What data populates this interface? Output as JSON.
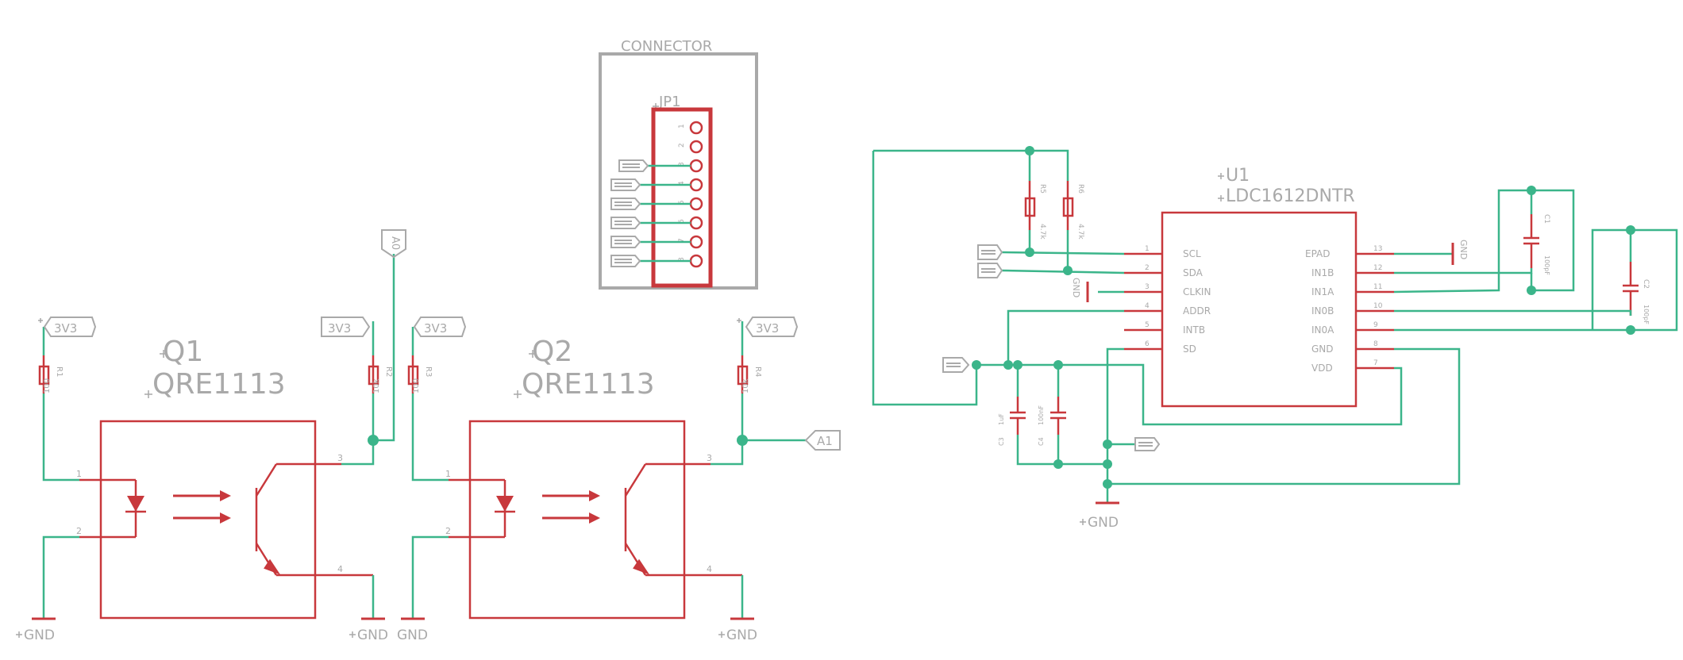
{
  "colors": {
    "wire": "#3bb58a",
    "part": "#c8383c",
    "label": "#a9a9a9",
    "junction": "#3bb58a"
  },
  "connector": {
    "frame_title": "CONNECTOR",
    "name": "JP1",
    "pins": [
      "1",
      "2",
      "3",
      "4",
      "5",
      "6",
      "7",
      "8"
    ]
  },
  "q1": {
    "name": "Q1",
    "value": "QRE1113",
    "r_led": {
      "name": "R1",
      "value": "100"
    },
    "r_pull": {
      "name": "R2",
      "value": "10k"
    },
    "out_label": "A0",
    "pins": [
      "1",
      "2",
      "3",
      "4"
    ]
  },
  "q2": {
    "name": "Q2",
    "value": "QRE1113",
    "r_led": {
      "name": "R3",
      "value": "100"
    },
    "r_pull": {
      "name": "R4",
      "value": "10k"
    },
    "out_label": "A1",
    "pins": [
      "1",
      "2",
      "3",
      "4"
    ]
  },
  "power": {
    "v3": "3V3",
    "gnd": "GND"
  },
  "u1": {
    "name": "U1",
    "value": "LDC1612DNTR",
    "left_pins": [
      {
        "num": "1",
        "label": "SCL"
      },
      {
        "num": "2",
        "label": "SDA"
      },
      {
        "num": "3",
        "label": "CLKIN"
      },
      {
        "num": "4",
        "label": "ADDR"
      },
      {
        "num": "5",
        "label": "INTB"
      },
      {
        "num": "6",
        "label": "SD"
      }
    ],
    "right_pins": [
      {
        "num": "13",
        "label": "EPAD"
      },
      {
        "num": "12",
        "label": "IN1B"
      },
      {
        "num": "11",
        "label": "IN1A"
      },
      {
        "num": "10",
        "label": "IN0B"
      },
      {
        "num": "9",
        "label": "IN0A"
      },
      {
        "num": "8",
        "label": "GND"
      },
      {
        "num": "7",
        "label": "VDD"
      }
    ],
    "r5": {
      "name": "R5",
      "value": "4.7k"
    },
    "r6": {
      "name": "R6",
      "value": "4.7k"
    },
    "c1": {
      "name": "C1",
      "value": "100pF"
    },
    "c2": {
      "name": "C2",
      "value": "100pF"
    },
    "c3": {
      "name": "C3",
      "value": "1uF"
    },
    "c4": {
      "name": "C4",
      "value": "100nF"
    },
    "gnd_top": "GND",
    "gnd_left": "GND"
  }
}
